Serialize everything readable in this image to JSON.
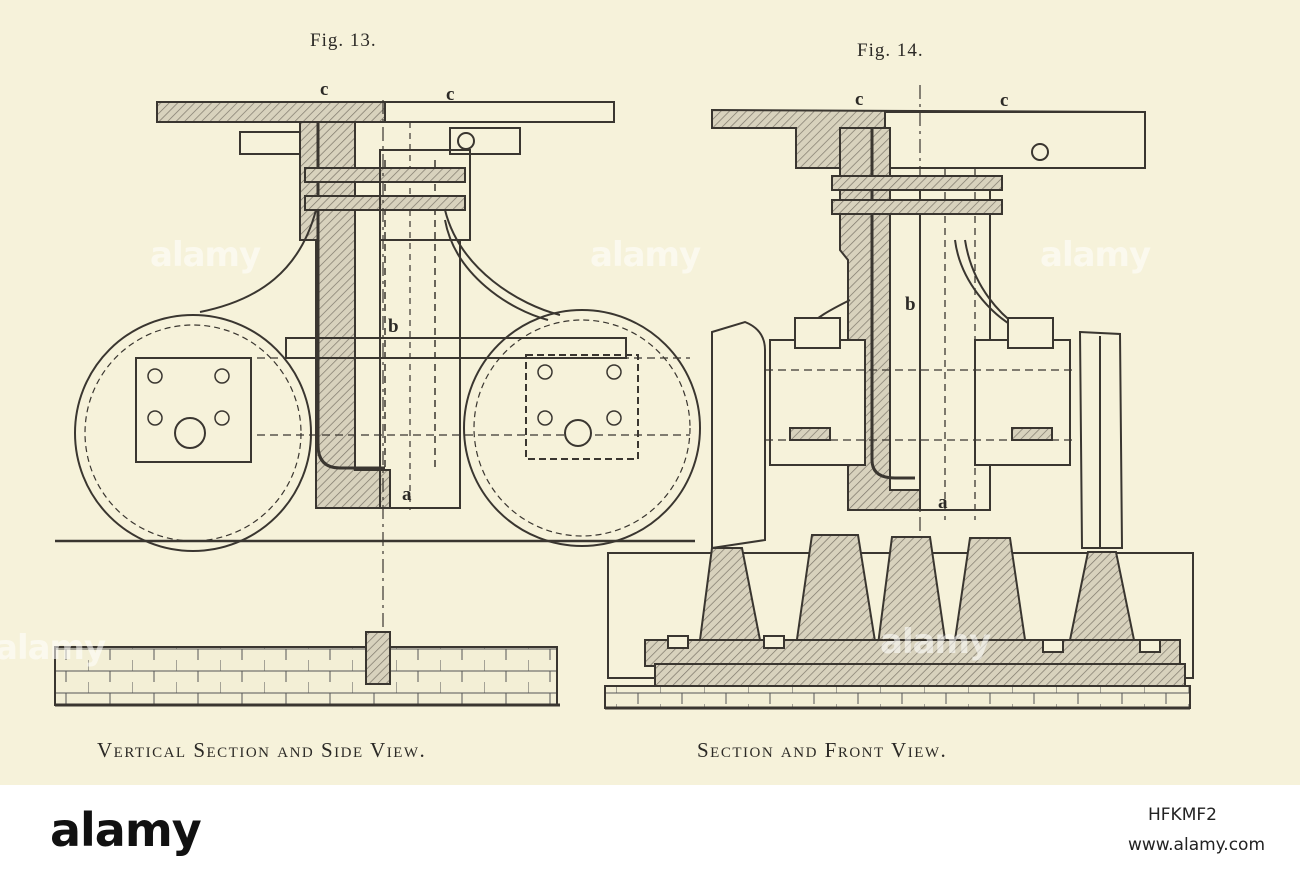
{
  "figures": {
    "left": {
      "label": "Fig. 13.",
      "caption": "Vertical Section and Side View."
    },
    "right": {
      "label": "Fig. 14.",
      "caption": "Section and Front View."
    }
  },
  "letters": {
    "a": "a",
    "b": "b",
    "c": "c"
  },
  "watermark": {
    "text": "alamy"
  },
  "footer": {
    "brand": "alamy",
    "code": "HFKMF2",
    "site": "www.alamy.com"
  },
  "colors": {
    "paper": "#f6f2da",
    "ink": "#3a3630",
    "hatch": "#b9b3a0",
    "footer": "#ffffff"
  }
}
